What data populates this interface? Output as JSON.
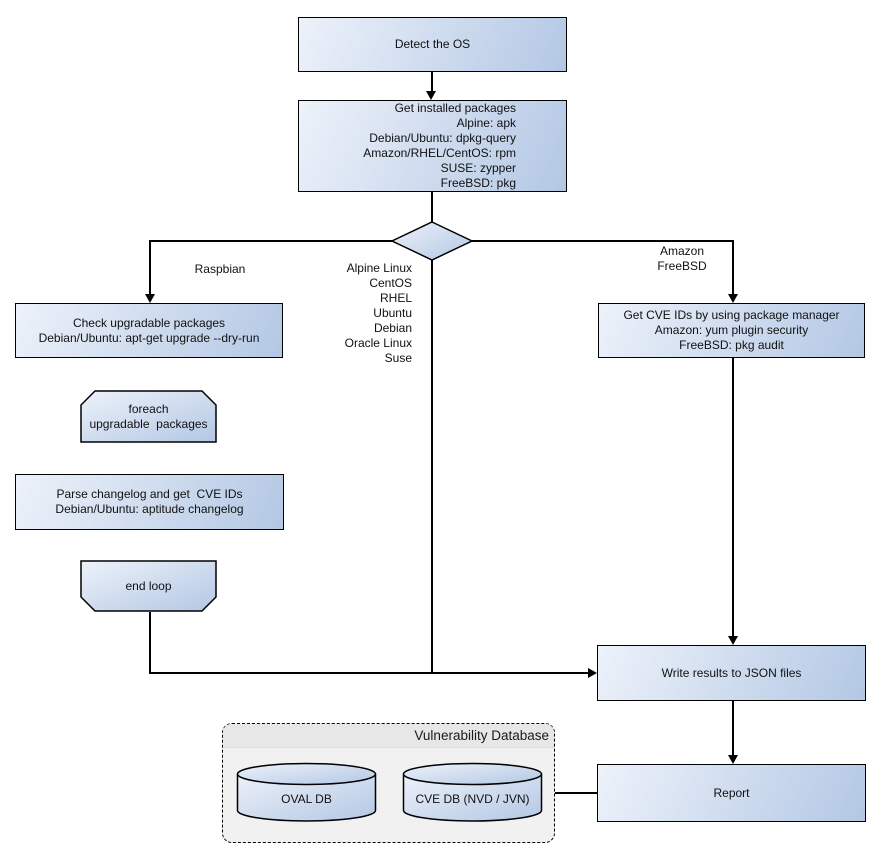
{
  "nodes": {
    "detect_os": {
      "label": "Detect the OS"
    },
    "get_packages": {
      "lines": [
        "Get installed packages",
        "Alpine: apk",
        "Debian/Ubuntu: dpkg-query",
        "Amazon/RHEL/CentOS: rpm",
        "SUSE: zypper",
        "FreeBSD: pkg"
      ]
    },
    "check_upgradable": {
      "lines": [
        "Check upgradable packages",
        "Debian/Ubuntu: apt-get upgrade --dry-run"
      ]
    },
    "foreach_loop": {
      "lines": [
        "foreach",
        "upgradable  packages"
      ]
    },
    "parse_changelog": {
      "lines": [
        "Parse changelog and get  CVE IDs",
        "Debian/Ubuntu: aptitude changelog"
      ]
    },
    "end_loop": {
      "label": "end loop"
    },
    "get_cve": {
      "lines": [
        "Get CVE IDs by using package manager",
        "Amazon: yum plugin security",
        "FreeBSD: pkg audit"
      ]
    },
    "write_results": {
      "label": "Write results to JSON files"
    },
    "report": {
      "label": "Report"
    }
  },
  "edge_labels": {
    "raspbian": "Raspbian",
    "amazon_freebsd": {
      "lines": [
        "Amazon",
        "FreeBSD"
      ]
    },
    "os_list": {
      "lines": [
        "Alpine Linux",
        "CentOS",
        "RHEL",
        "Ubuntu",
        "Debian",
        "Oracle Linux",
        "Suse"
      ]
    }
  },
  "database": {
    "title": "Vulnerability Database",
    "cylinders": [
      {
        "label": "OVAL DB"
      },
      {
        "label": "CVE DB (NVD / JVN)"
      }
    ]
  },
  "colors": {
    "node_fill_light": "#edf2fa",
    "node_fill_dark": "#b3c7e4",
    "node_border": "#000000",
    "connector": "#000000",
    "container_bg": "#f1f1f1",
    "container_band_bg": "#e7e7e7"
  }
}
